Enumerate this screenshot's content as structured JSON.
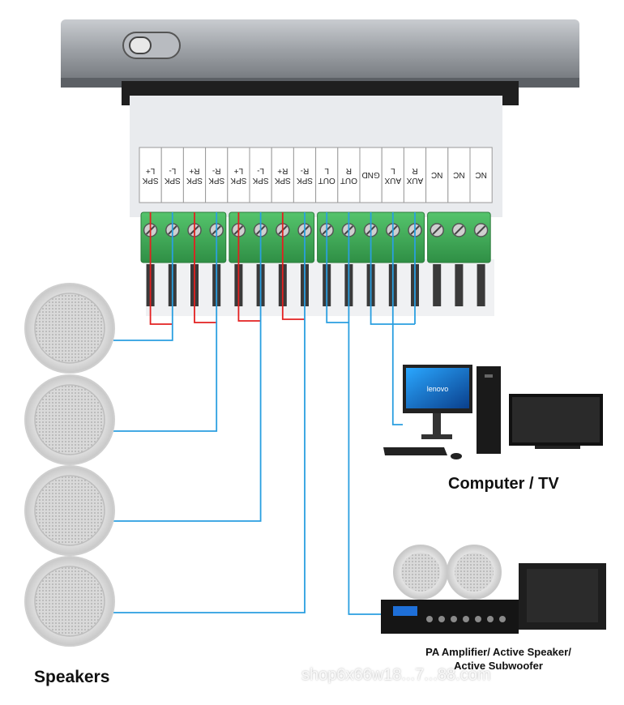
{
  "terminals": [
    {
      "line1": "SPK",
      "line2": "L+"
    },
    {
      "line1": "SPK",
      "line2": "L-"
    },
    {
      "line1": "SPK",
      "line2": "R+"
    },
    {
      "line1": "SPK",
      "line2": "R-"
    },
    {
      "line1": "SPK",
      "line2": "L+"
    },
    {
      "line1": "SPK",
      "line2": "L-"
    },
    {
      "line1": "SPK",
      "line2": "R+"
    },
    {
      "line1": "SPK",
      "line2": "R-"
    },
    {
      "line1": "OUT",
      "line2": "L"
    },
    {
      "line1": "OUT",
      "line2": "R"
    },
    {
      "line1": "GND",
      "line2": ""
    },
    {
      "line1": "AUX",
      "line2": "L"
    },
    {
      "line1": "AUX",
      "line2": "R"
    },
    {
      "line1": "NC",
      "line2": ""
    },
    {
      "line1": "NC",
      "line2": ""
    },
    {
      "line1": "NC",
      "line2": ""
    }
  ],
  "labels": {
    "speakers": "Speakers",
    "computer_tv": "Computer / TV",
    "amp_line1": "PA Amplifier/ Active Speaker/",
    "amp_line2": "Active Subwoofer",
    "watermark": "shop6x66w18...7...88.com"
  },
  "computer_brand": "lenovo",
  "colors": {
    "positive_wire": "#e32020",
    "negative_wire": "#2a9fe0",
    "terminal_block": "#3fae5a",
    "panel": "#9a9ea3"
  }
}
